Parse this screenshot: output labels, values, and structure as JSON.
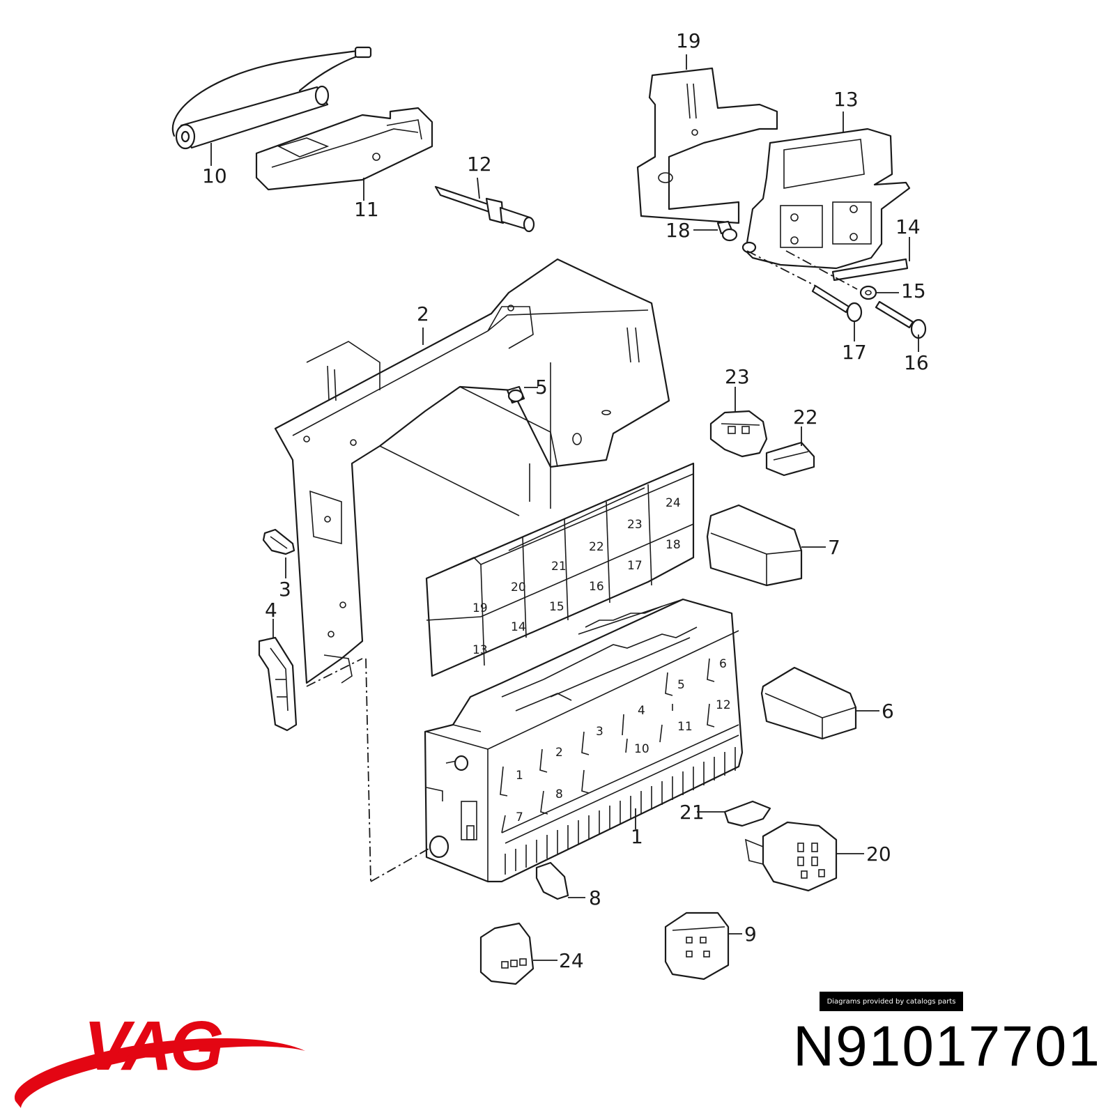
{
  "diagram": {
    "callouts": [
      "1",
      "2",
      "3",
      "4",
      "5",
      "6",
      "7",
      "8",
      "9",
      "10",
      "11",
      "12",
      "13",
      "14",
      "15",
      "16",
      "17",
      "18",
      "19",
      "20",
      "21",
      "22",
      "23",
      "24"
    ],
    "relay_slots": [
      "19",
      "20",
      "21",
      "22",
      "23",
      "24",
      "13",
      "14",
      "15",
      "16",
      "17",
      "18"
    ],
    "fuse_slots": [
      "1",
      "2",
      "3",
      "4",
      "5",
      "6",
      "7",
      "8",
      "10",
      "11",
      "12"
    ]
  },
  "credit": "Diagrams provided by catalogs parts",
  "brand": {
    "logo_text": "VAG",
    "logo_color": "#e30613"
  },
  "part_number": "N91017701"
}
